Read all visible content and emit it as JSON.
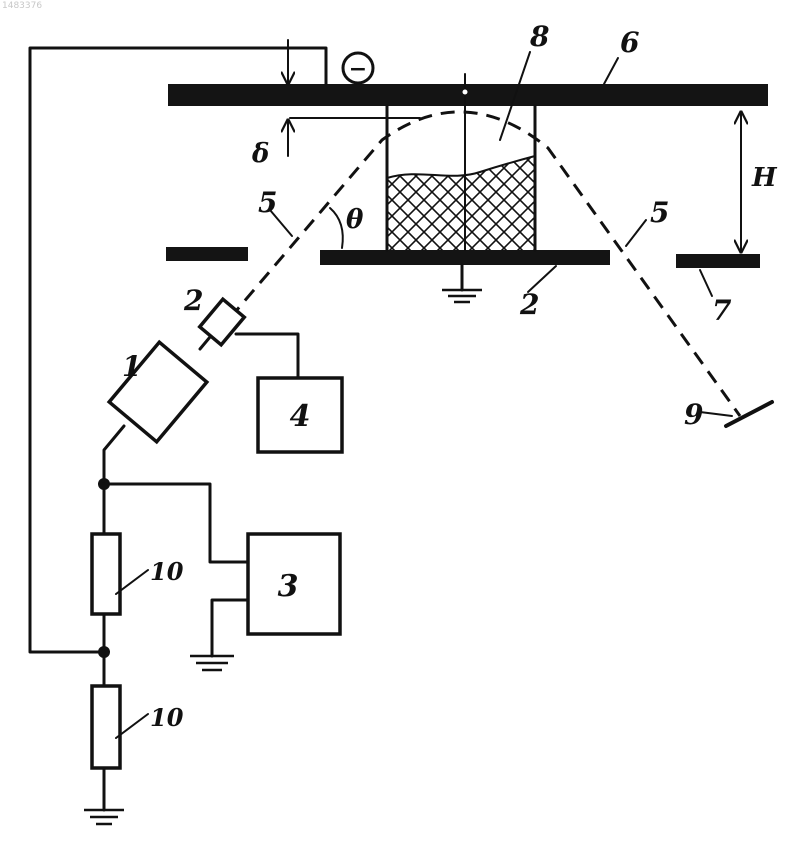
{
  "corner_id": "1483376",
  "labels": {
    "source": "1",
    "cathode": "2",
    "lower_plate": "2",
    "supply_3": "3",
    "supply_4": "4",
    "beam_left": "5",
    "beam_right": "5",
    "upper_plate": "6",
    "screen_plate": "7",
    "sample": "8",
    "target": "9",
    "resistor_top": "10",
    "resistor_bottom": "10",
    "angle": "θ",
    "gap": "δ",
    "height": "H",
    "polarity": "−"
  },
  "colors": {
    "ink": "#111111",
    "paper": "#ffffff"
  }
}
